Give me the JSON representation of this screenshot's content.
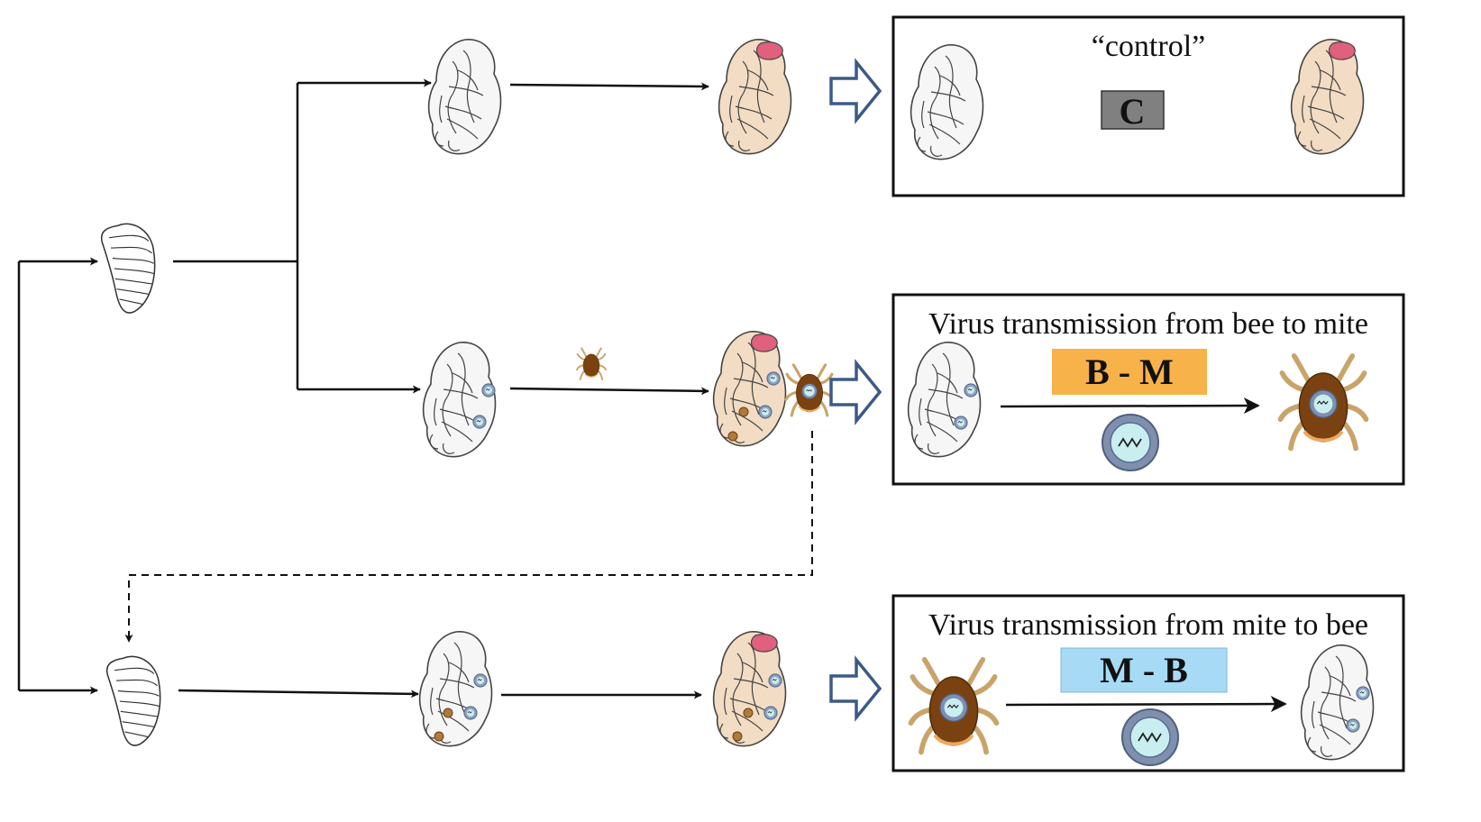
{
  "colors": {
    "line": "#111111",
    "box_border": "#111111",
    "hollow_arrow": "#3d5a86",
    "pupa_white": "#f6f6f6",
    "pupa_tan": "#f2dcc3",
    "eye_pink": "#e0607e",
    "mite_brown": "#7a4210",
    "mite_legs": "#c9a46a",
    "virus_ring": "#7f8fae",
    "virus_core": "#c9eef0",
    "badge_c": "#808080",
    "badge_bm": "#f8b24a",
    "badge_mb": "#a7dbf5"
  },
  "icons": [
    "larva-icon",
    "white-pupa-icon",
    "tan-pupa-icon",
    "mite-icon",
    "virus-particle-icon",
    "hollow-arrow-icon"
  ],
  "panels": {
    "control": {
      "title": "“control”",
      "badge": "C"
    },
    "bee_to_mite": {
      "title": "Virus transmission from bee to mite",
      "badge": "B - M"
    },
    "mite_to_bee": {
      "title": "Virus transmission from mite to bee",
      "badge": "M - B"
    }
  }
}
